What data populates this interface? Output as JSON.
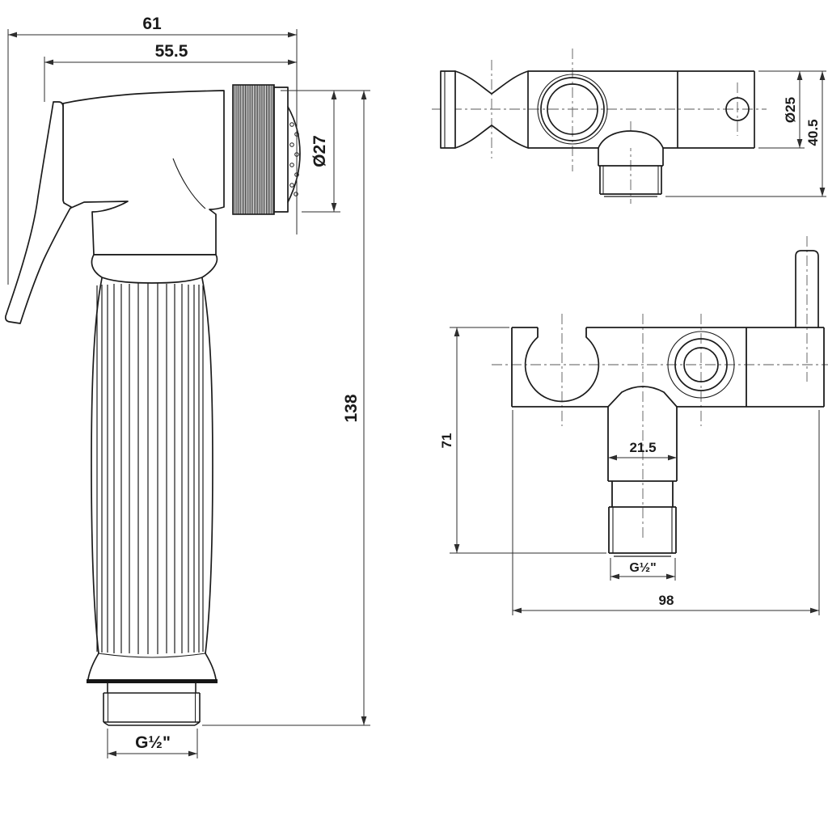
{
  "sprayer_view": {
    "overall_width": "61",
    "head_width": "55.5",
    "head_diameter": "Ø27",
    "overall_height": "138",
    "thread": "G½\""
  },
  "bracket_top_view": {
    "bore_diameter": "Ø25",
    "depth": "40.5"
  },
  "bracket_front_view": {
    "height": "71",
    "stem_width": "21.5",
    "thread": "G½\"",
    "overall_width": "98"
  },
  "colors": {
    "line": "#1b1b1b",
    "dimension": "#2e2e2e",
    "background": "#ffffff"
  }
}
